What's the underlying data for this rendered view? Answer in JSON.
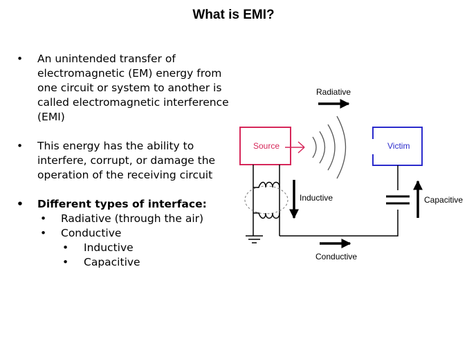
{
  "slide": {
    "title": "What is EMI?"
  },
  "bullets": {
    "item1": "An unintended transfer of electromagnetic (EM) energy from one circuit or system to another is called electromagnetic interference (EMI)",
    "item2": "This energy has the ability to interfere, corrupt, or damage the operation of the receiving circuit",
    "item3": "Different types of interface:",
    "sub1": "Radiative (through the air)",
    "sub2": "Conductive",
    "subsub1": "Inductive",
    "subsub2": "Capacitive",
    "marker": "•"
  },
  "diagram": {
    "radiative_label": "Radiative",
    "source_label": "Source",
    "victim_label": "Victim",
    "inductive_label": "Inductive",
    "capacitive_label": "Capacitive",
    "conductive_label": "Conductive",
    "colors": {
      "source": "#d6275a",
      "victim": "#2b2bcc",
      "wire": "#000000"
    }
  }
}
